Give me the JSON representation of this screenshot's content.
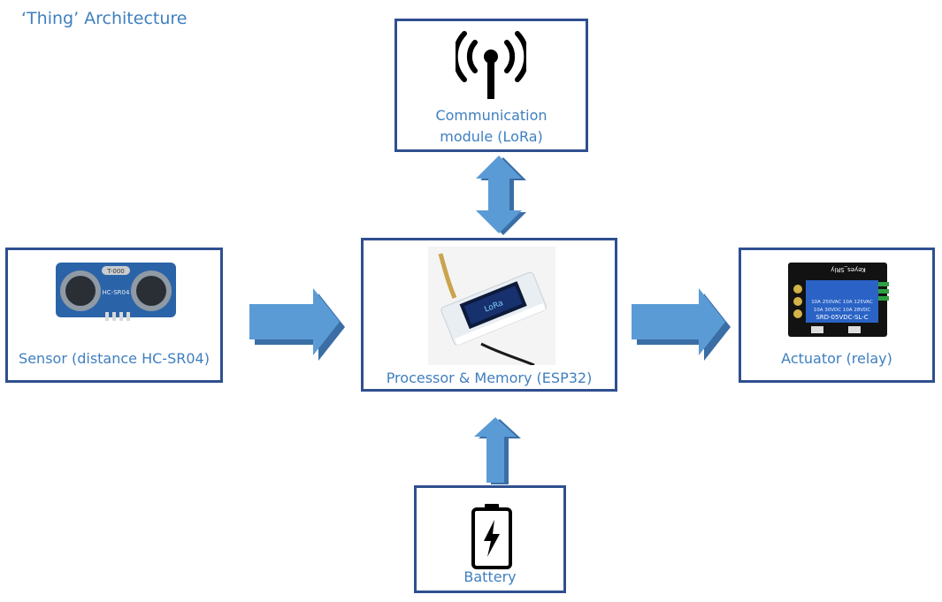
{
  "title": "‘Thing’ Architecture",
  "nodes": {
    "communication": {
      "label_line1": "Communication",
      "label_line2": "module (LoRa)",
      "icon": "antenna-icon"
    },
    "sensor": {
      "label": "Sensor (distance HC-SR04)",
      "image": "hc-sr04-sensor-image",
      "board_text": "HC-SR04",
      "top_text": "T-000"
    },
    "processor": {
      "label": "Processor & Memory (ESP32)",
      "image": "esp32-board-image",
      "screen_text": "LoRa"
    },
    "actuator": {
      "label": "Actuator (relay)",
      "image": "relay-module-image",
      "relay_text": "SRD-05VDC-SL-C",
      "header_text": "Keyes_SRly"
    },
    "battery": {
      "label": "Battery",
      "icon": "battery-charging-icon"
    }
  },
  "colors": {
    "box_border": "#2f4f8f",
    "label_text": "#3f7fbf",
    "arrow_fill": "#5b9bd5",
    "arrow_shadow": "#3a6ea5"
  }
}
